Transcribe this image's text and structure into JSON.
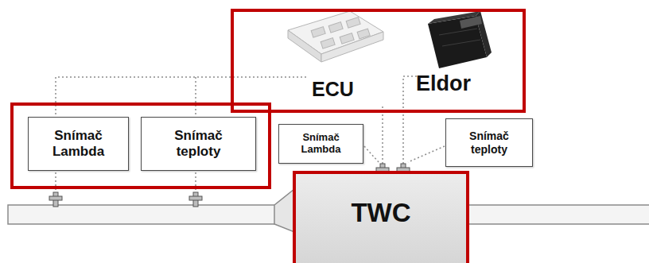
{
  "diagram": {
    "nodes": [
      {
        "text": [
          "Snímač Lambda"
        ]
      },
      {
        "text": [
          "Snímač teploty"
        ]
      },
      {
        "text": [
          "Snímač Lambda"
        ]
      },
      {
        "text": [
          "Snímač teploty"
        ]
      },
      {
        "text": [
          "TWC"
        ]
      }
    ],
    "labels": [
      "ECU",
      "Eldor"
    ]
  }
}
